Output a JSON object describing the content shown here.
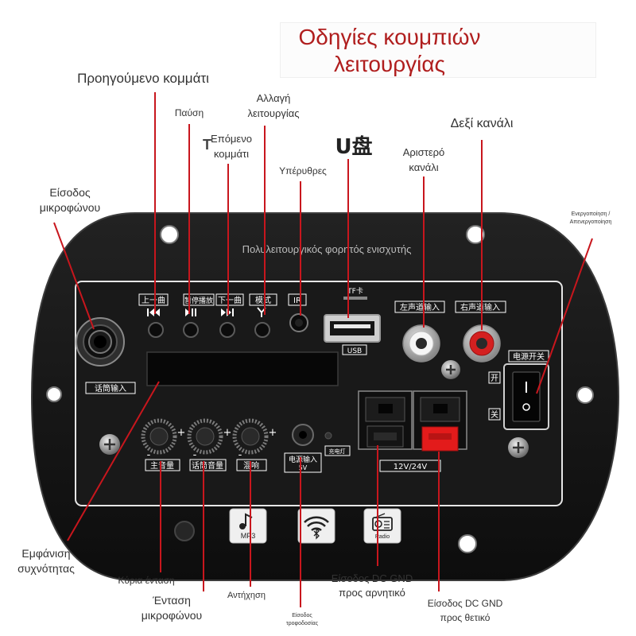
{
  "title": {
    "lines": [
      "Οδηγίες κουμπιών",
      "λειτουργίας"
    ]
  },
  "colors": {
    "title": "#b01e1e",
    "leader_line": "#c8161d",
    "board": "#141414",
    "right_channel_jack": "#d42020",
    "terminal_clip": "#e31b1b"
  },
  "annotations": {
    "previous_track": "Προηγούμενο κομμάτι",
    "pause": "Παύση",
    "mode_switch": [
      "Αλλαγή",
      "λειτουργίας"
    ],
    "next_track": [
      "Επόμενο",
      "κομμάτι"
    ],
    "cursor_glyph": "T",
    "usb_drive": "U盘",
    "infrared": "Υπέρυθρες",
    "left_channel": [
      "Αριστερό",
      "κανάλι"
    ],
    "right_channel": "Δεξί κανάλι",
    "microphone_input": [
      "Είσοδος",
      "μικροφώνου"
    ],
    "power_switch": [
      "Ενεργοποίηση /",
      "Απενεργοποίηση"
    ],
    "frequency_display": [
      "Εμφάνιση",
      "συχνότητας"
    ],
    "main_volume": "Κύρια ένταση",
    "microphone_volume": [
      "Ένταση",
      "μικροφώνου"
    ],
    "reverb": "Αντήχηση",
    "power_input": [
      "Είσοδος",
      "τροφοδοσίας"
    ],
    "dc_gnd_negative": [
      "Είσοδος DC GND",
      "προς αρνητικό"
    ],
    "dc_gnd_positive": [
      "Είσοδος DC GND",
      "προς θετικό"
    ]
  },
  "board": {
    "caption": "Πολυλειτουργικός φορητός ενισχυτής",
    "buttons": [
      {
        "label": "上一曲",
        "icon": "previous-track-icon"
      },
      {
        "label": "暂停播放",
        "icon": "play-pause-icon"
      },
      {
        "label": "下一曲",
        "icon": "next-track-icon"
      },
      {
        "label": "模式",
        "icon": "mode-icon"
      }
    ],
    "ir_label": "IR",
    "mic_input_label": "话筒输入",
    "tf_label": "TF卡",
    "usb_label": "USB",
    "left_input_label": "左声道输入",
    "right_input_label": "右声道输入",
    "power_switch_label": "电源开关",
    "switch_on": "开",
    "switch_off": "关",
    "knob_labels": [
      "主音量",
      "话筒音量",
      "混响"
    ],
    "knob_minus": "-",
    "knob_plus": "+",
    "power_input_label": [
      "电源输入",
      "5V"
    ],
    "charge_light_label": "充电灯",
    "voltage_label": "12V/24V",
    "mode_icons": [
      {
        "icon": "music-note-icon",
        "label": "MP3"
      },
      {
        "icon": "bluetooth-wifi-icon",
        "label": ""
      },
      {
        "icon": "radio-icon",
        "label": "Radio"
      }
    ]
  }
}
